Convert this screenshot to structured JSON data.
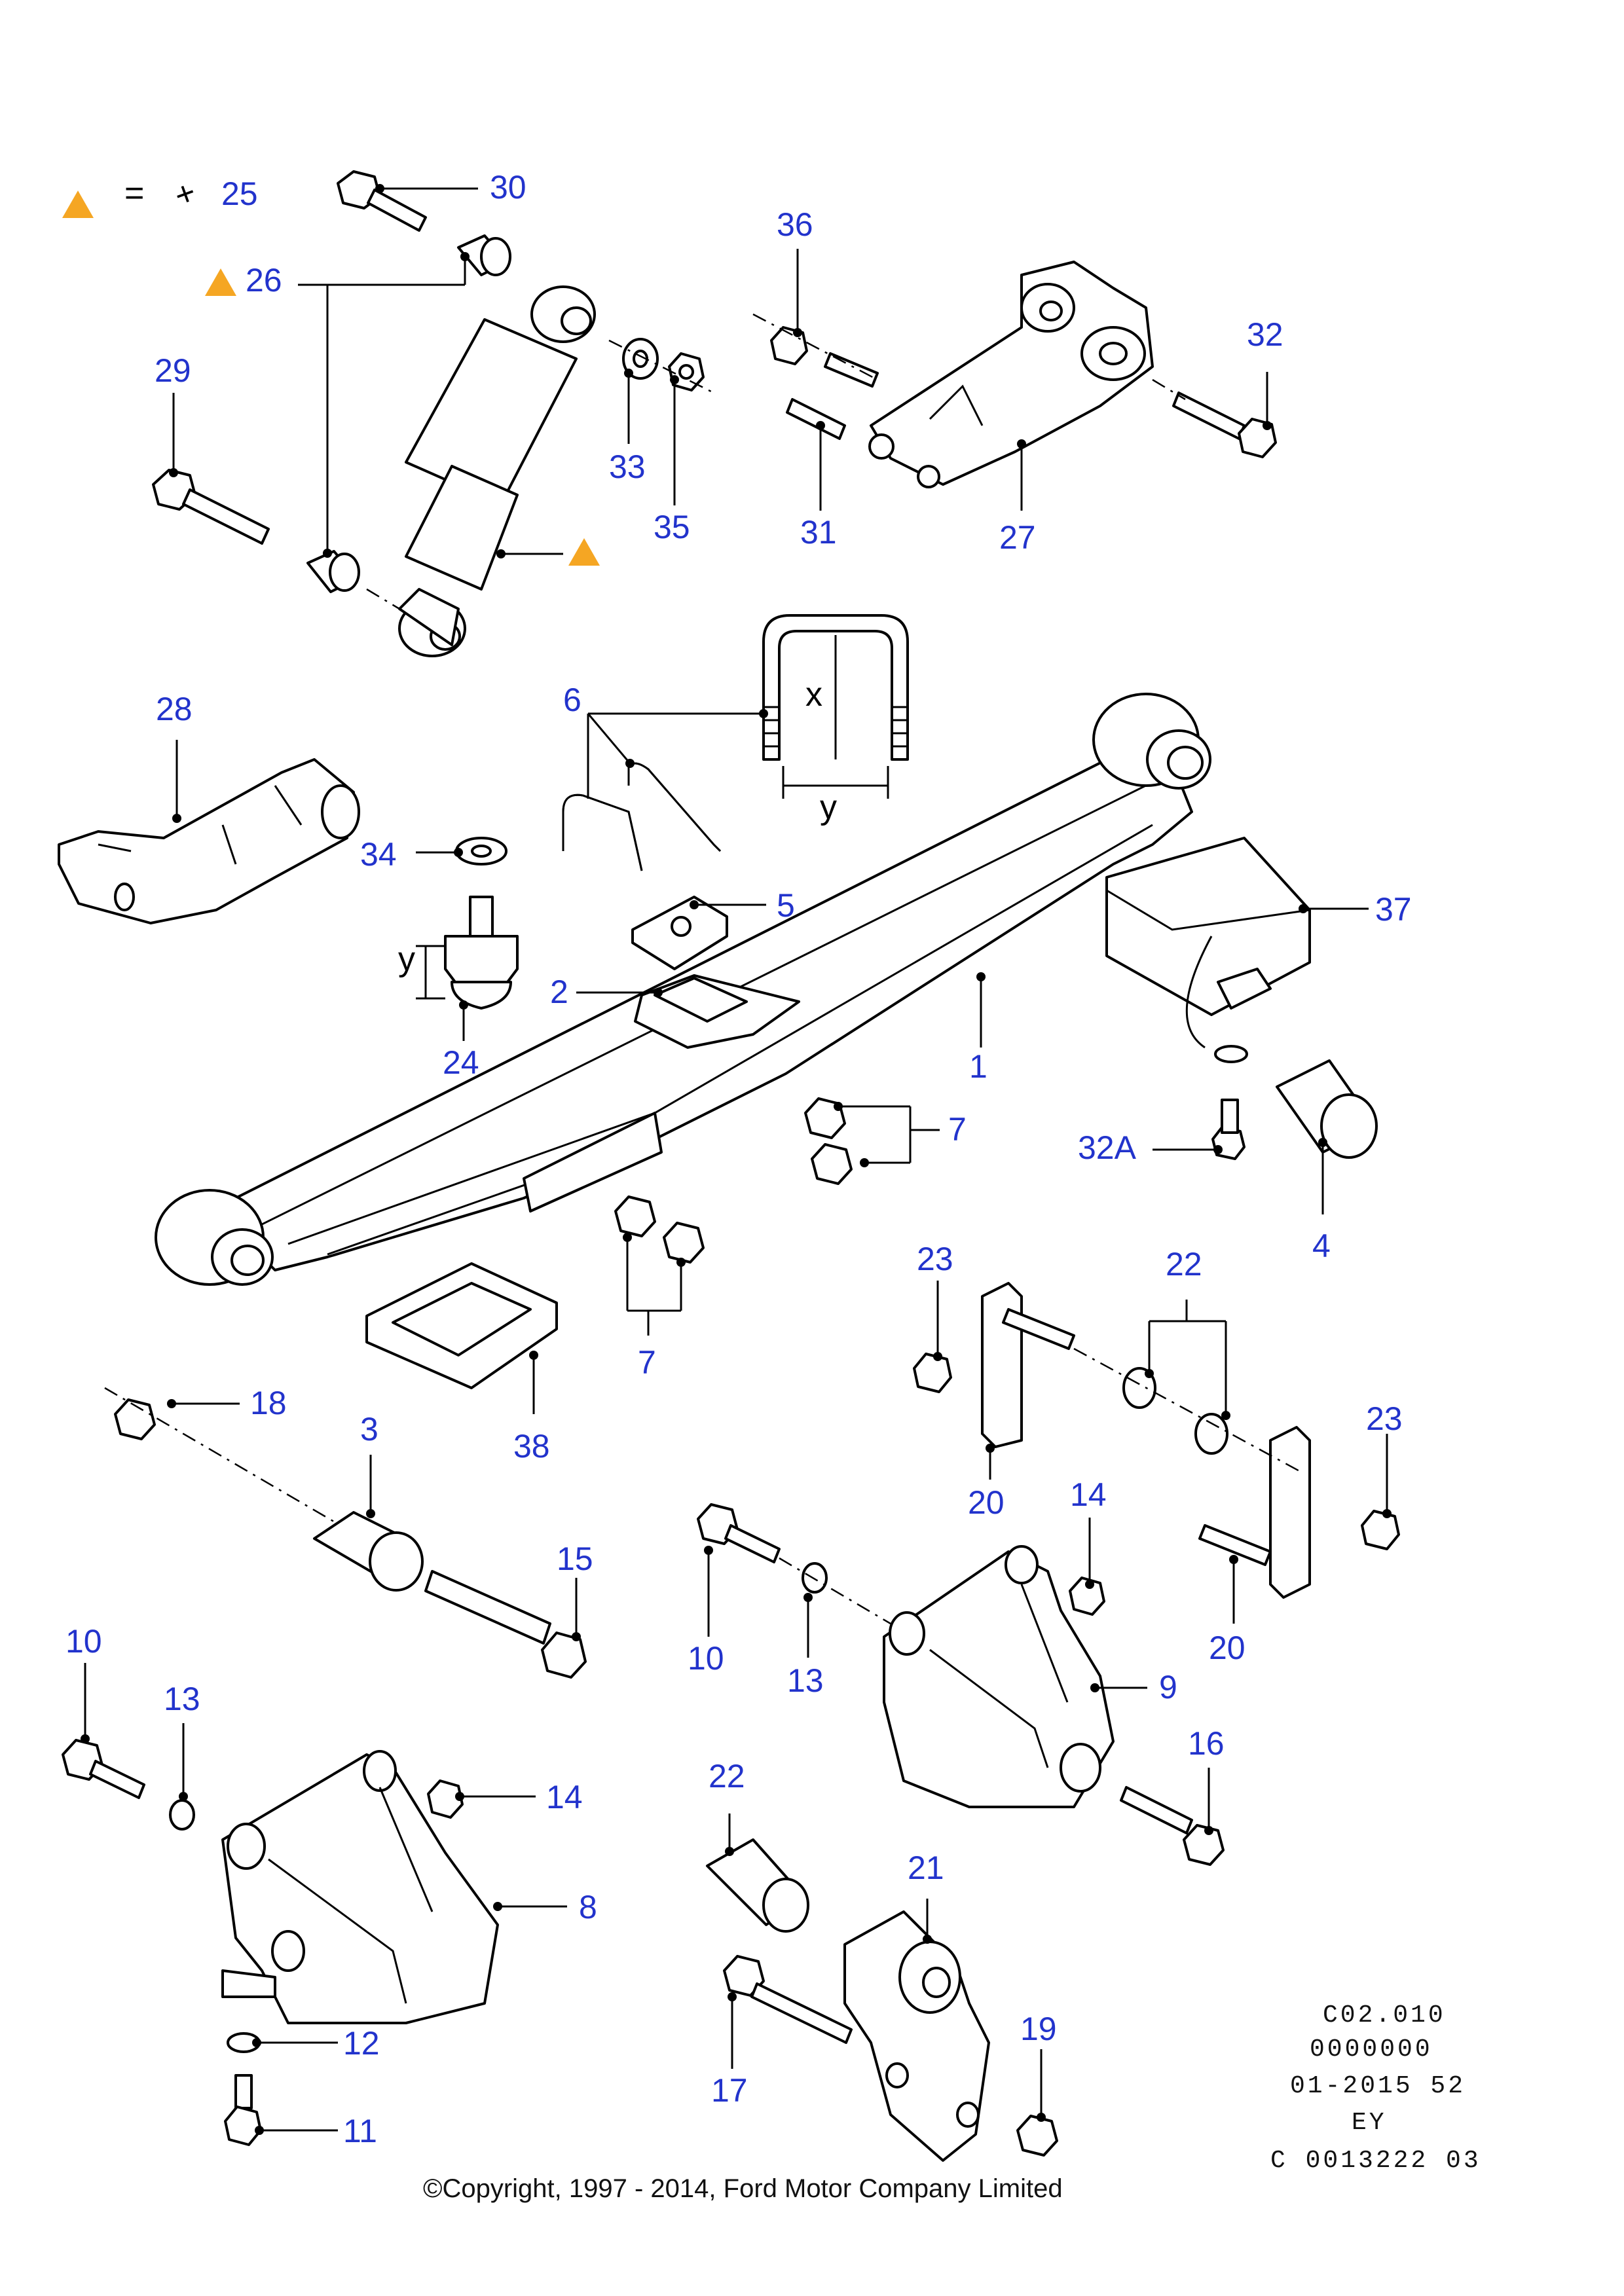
{
  "legend": {
    "equals": "=",
    "cross": "+",
    "value": "25",
    "marker_color": "#F5A623"
  },
  "labels": {
    "p1": "1",
    "p2": "2",
    "p3": "3",
    "p4": "4",
    "p5": "5",
    "p6": "6",
    "p7a": "7",
    "p7b": "7",
    "p8": "8",
    "p9": "9",
    "p10a": "10",
    "p10b": "10",
    "p11": "11",
    "p12": "12",
    "p13a": "13",
    "p13b": "13",
    "p14a": "14",
    "p14b": "14",
    "p15": "15",
    "p16": "16",
    "p17": "17",
    "p18": "18",
    "p19": "19",
    "p20a": "20",
    "p20b": "20",
    "p21": "21",
    "p22a": "22",
    "p22b": "22",
    "p23a": "23",
    "p23b": "23",
    "p24": "24",
    "p26": "26",
    "p27": "27",
    "p28": "28",
    "p29": "29",
    "p30": "30",
    "p31": "31",
    "p32": "32",
    "p32A": "32A",
    "p33": "33",
    "p34": "34",
    "p35": "35",
    "p36": "36",
    "p37": "37",
    "p38": "38"
  },
  "dimensions": {
    "x": "x",
    "y1": "y",
    "y2": "y"
  },
  "meta": {
    "line1": "C02.010",
    "line2": "0000000",
    "line3": "01-2015 52",
    "line4": "EY",
    "line5": "C 0013222 03"
  },
  "copyright": "©Copyright, 1997 - 2014, Ford Motor Company Limited",
  "colors": {
    "label": "#2233CC",
    "line": "#000000",
    "triangle": "#F5A623"
  }
}
